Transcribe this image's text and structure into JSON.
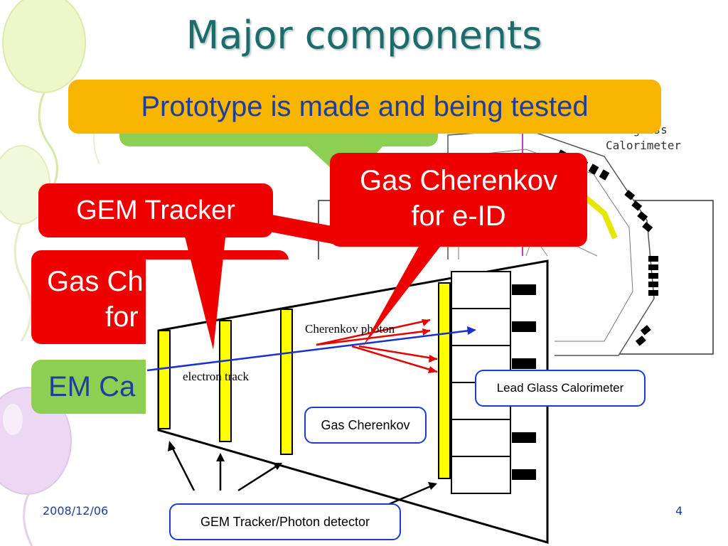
{
  "slide": {
    "title": "Major components",
    "date": "2008/12/06",
    "page_number": "4"
  },
  "callouts": {
    "prototype": "Prototype is made and being tested",
    "gem_tracker": "GEM Tracker",
    "gas_cherenkov_line1": "Gas Cherenkov",
    "gas_cherenkov_line2": "for e-ID",
    "background_gas_partial_line1": "Gas Ch",
    "background_gas_partial_line2": "for",
    "em_cal_partial": "EM Ca"
  },
  "background_diagram": {
    "label_line1": "Leadglass",
    "label_line2": "Calorimeter"
  },
  "diagram": {
    "cherenkov_photon": "Cherenkov photon",
    "electron_track": "electron track",
    "gas_cherenkov": "Gas Cherenkov",
    "lead_glass_calorimeter": "Lead Glass Calorimeter",
    "gem_tracker_photon_detector": "GEM Tracker/Photon detector"
  },
  "colors": {
    "title": "#1d6b6b",
    "callout_red": "#ee0000",
    "callout_green": "#8ccf52",
    "callout_orange": "#f7b500",
    "text_blue": "#1f3e9a",
    "detector_yellow": "#ffff00",
    "track_blue": "#1a2fd0"
  }
}
